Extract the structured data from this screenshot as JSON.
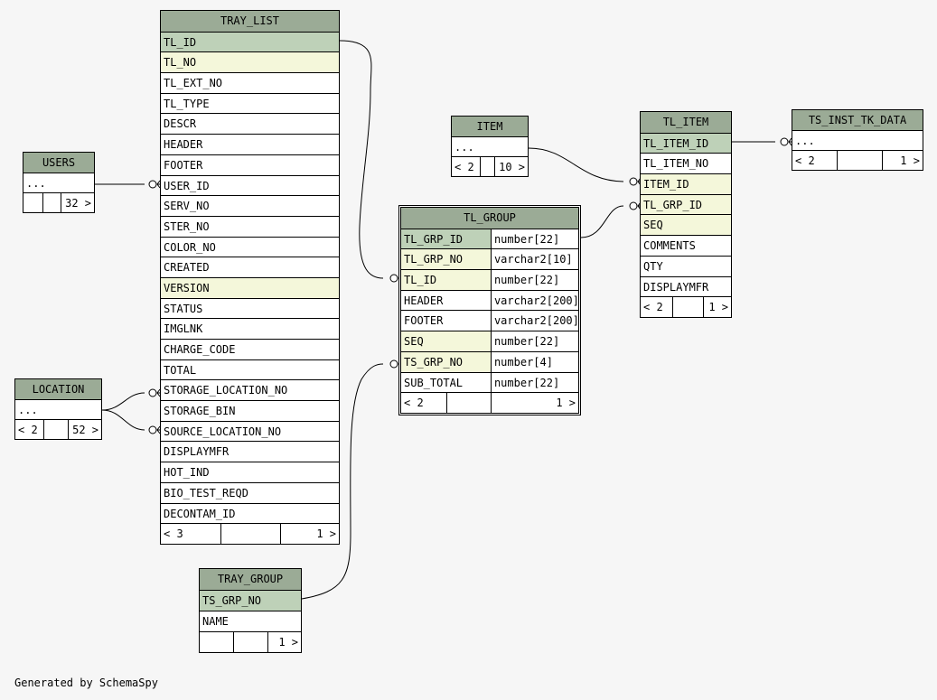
{
  "footer_text": "Generated by SchemaSpy",
  "colors": {
    "background": "#f6f6f6",
    "header": "#9bab96",
    "primary_key": "#bed1b8",
    "foreign_key": "#f4f7da",
    "normal": "#ffffff"
  },
  "tables": {
    "tray_list": {
      "name": "TRAY_LIST",
      "rows": [
        {
          "name": "TL_ID",
          "kind": "pk"
        },
        {
          "name": "TL_NO",
          "kind": "fk"
        },
        {
          "name": "TL_EXT_NO",
          "kind": ""
        },
        {
          "name": "TL_TYPE",
          "kind": ""
        },
        {
          "name": "DESCR",
          "kind": ""
        },
        {
          "name": "HEADER",
          "kind": ""
        },
        {
          "name": "FOOTER",
          "kind": ""
        },
        {
          "name": "USER_ID",
          "kind": ""
        },
        {
          "name": "SERV_NO",
          "kind": ""
        },
        {
          "name": "STER_NO",
          "kind": ""
        },
        {
          "name": "COLOR_NO",
          "kind": ""
        },
        {
          "name": "CREATED",
          "kind": ""
        },
        {
          "name": "VERSION",
          "kind": "fk"
        },
        {
          "name": "STATUS",
          "kind": ""
        },
        {
          "name": "IMGLNK",
          "kind": ""
        },
        {
          "name": "CHARGE_CODE",
          "kind": ""
        },
        {
          "name": "TOTAL",
          "kind": ""
        },
        {
          "name": "STORAGE_LOCATION_NO",
          "kind": ""
        },
        {
          "name": "STORAGE_BIN",
          "kind": ""
        },
        {
          "name": "SOURCE_LOCATION_NO",
          "kind": ""
        },
        {
          "name": "DISPLAYMFR",
          "kind": ""
        },
        {
          "name": "HOT_IND",
          "kind": ""
        },
        {
          "name": "BIO_TEST_REQD",
          "kind": ""
        },
        {
          "name": "DECONTAM_ID",
          "kind": ""
        }
      ],
      "footer": [
        "< 3",
        "",
        "1 >"
      ]
    },
    "users": {
      "name": "USERS",
      "rows": [
        {
          "name": "...",
          "kind": ""
        }
      ],
      "footer": [
        "",
        "",
        "32 >"
      ]
    },
    "location": {
      "name": "LOCATION",
      "rows": [
        {
          "name": "...",
          "kind": ""
        }
      ],
      "footer": [
        "< 2",
        "",
        "52 >"
      ]
    },
    "tray_group": {
      "name": "TRAY_GROUP",
      "rows": [
        {
          "name": "TS_GRP_NO",
          "kind": "pk"
        },
        {
          "name": "NAME",
          "kind": ""
        }
      ],
      "footer": [
        "",
        "",
        "1 >"
      ]
    },
    "item": {
      "name": "ITEM",
      "rows": [
        {
          "name": "...",
          "kind": ""
        }
      ],
      "footer": [
        "< 2",
        "",
        "10 >"
      ]
    },
    "tl_group": {
      "name": "TL_GROUP",
      "rows": [
        {
          "name": "TL_GRP_ID",
          "type": "number[22]",
          "kind": "pk"
        },
        {
          "name": "TL_GRP_NO",
          "type": "varchar2[10]",
          "kind": "fk"
        },
        {
          "name": "TL_ID",
          "type": "number[22]",
          "kind": "fk"
        },
        {
          "name": "HEADER",
          "type": "varchar2[200]",
          "kind": ""
        },
        {
          "name": "FOOTER",
          "type": "varchar2[200]",
          "kind": ""
        },
        {
          "name": "SEQ",
          "type": "number[22]",
          "kind": "fk"
        },
        {
          "name": "TS_GRP_NO",
          "type": "number[4]",
          "kind": "fk"
        },
        {
          "name": "SUB_TOTAL",
          "type": "number[22]",
          "kind": ""
        }
      ],
      "footer": [
        "< 2",
        "",
        "1 >"
      ]
    },
    "tl_item": {
      "name": "TL_ITEM",
      "rows": [
        {
          "name": "TL_ITEM_ID",
          "kind": "pk"
        },
        {
          "name": "TL_ITEM_NO",
          "kind": ""
        },
        {
          "name": "ITEM_ID",
          "kind": "fk"
        },
        {
          "name": "TL_GRP_ID",
          "kind": "fk"
        },
        {
          "name": "SEQ",
          "kind": "fk"
        },
        {
          "name": "COMMENTS",
          "kind": ""
        },
        {
          "name": "QTY",
          "kind": ""
        },
        {
          "name": "DISPLAYMFR",
          "kind": ""
        }
      ],
      "footer": [
        "< 2",
        "",
        "1 >"
      ]
    },
    "ts_inst_tk_data": {
      "name": "TS_INST_TK_DATA",
      "rows": [
        {
          "name": "...",
          "kind": ""
        }
      ],
      "footer": [
        "< 2",
        "",
        "1 >"
      ]
    }
  }
}
